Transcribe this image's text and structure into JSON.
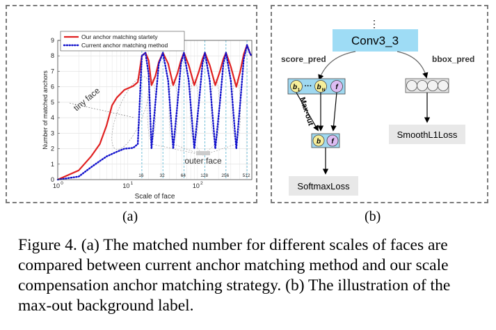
{
  "figure": {
    "panel_a_label": "(a)",
    "panel_b_label": "(b)",
    "caption_lines": [
      "Figure 4. (a) The matched number for different scales of faces are",
      "compared between current anchor matching method and our scale",
      "compensation anchor matching strategy. (b) The illustration of the",
      "max-out background label."
    ]
  },
  "chart_data": {
    "type": "line",
    "title": "",
    "xlabel": "Scale of face",
    "ylabel": "Number of matched anchors",
    "x_scale": "log",
    "xlim": [
      1,
      600
    ],
    "ylim": [
      0,
      9
    ],
    "grid": true,
    "legend_position": "top-left",
    "x_ticks": [
      {
        "value": 1,
        "base": "10",
        "exp": "0"
      },
      {
        "value": 10,
        "base": "10",
        "exp": "1"
      },
      {
        "value": 100,
        "base": "10",
        "exp": "2"
      }
    ],
    "y_ticks": [
      0,
      1,
      2,
      3,
      4,
      5,
      6,
      7,
      8,
      9
    ],
    "anchor_scale_labels": [
      "16",
      "32",
      "64",
      "128",
      "256",
      "512"
    ],
    "anchor_scale_values": [
      16,
      32,
      64,
      128,
      256,
      512
    ],
    "annotations": [
      "tiny face",
      "outer face"
    ],
    "series": [
      {
        "name": "Our anchor matching startety",
        "color": "#e02020",
        "style": "solid",
        "points": [
          [
            1,
            0
          ],
          [
            2,
            0.6
          ],
          [
            3,
            1.5
          ],
          [
            4,
            2.3
          ],
          [
            5,
            3.5
          ],
          [
            6,
            4.8
          ],
          [
            7,
            5.3
          ],
          [
            9,
            5.8
          ],
          [
            12,
            6.05
          ],
          [
            14,
            6.3
          ],
          [
            16,
            8.0
          ],
          [
            18,
            8.2
          ],
          [
            20,
            7.7
          ],
          [
            22,
            6.1
          ],
          [
            25,
            6.7
          ],
          [
            28,
            7.6
          ],
          [
            32,
            8.2
          ],
          [
            38,
            7.5
          ],
          [
            45,
            6.1
          ],
          [
            52,
            6.9
          ],
          [
            58,
            7.7
          ],
          [
            64,
            8.2
          ],
          [
            75,
            7.4
          ],
          [
            90,
            6.1
          ],
          [
            105,
            7.0
          ],
          [
            118,
            7.8
          ],
          [
            128,
            8.2
          ],
          [
            150,
            7.4
          ],
          [
            180,
            6.1
          ],
          [
            210,
            7.0
          ],
          [
            235,
            7.8
          ],
          [
            256,
            8.2
          ],
          [
            300,
            7.3
          ],
          [
            360,
            6.0
          ],
          [
            410,
            7.0
          ],
          [
            460,
            8.1
          ],
          [
            512,
            8.7
          ],
          [
            560,
            8.2
          ],
          [
            590,
            8.0
          ]
        ]
      },
      {
        "name": "Current anchor matching method",
        "color": "#1010cc",
        "style": "dotted",
        "points": [
          [
            1,
            0
          ],
          [
            2,
            0.2
          ],
          [
            3,
            0.8
          ],
          [
            4,
            1.2
          ],
          [
            5,
            1.5
          ],
          [
            7,
            1.8
          ],
          [
            9,
            2.0
          ],
          [
            12,
            2.05
          ],
          [
            14,
            2.3
          ],
          [
            16,
            8.0
          ],
          [
            18,
            8.2
          ],
          [
            20,
            6.8
          ],
          [
            22,
            2.0
          ],
          [
            25,
            5.0
          ],
          [
            28,
            7.5
          ],
          [
            32,
            8.2
          ],
          [
            38,
            6.4
          ],
          [
            45,
            2.0
          ],
          [
            52,
            5.0
          ],
          [
            58,
            7.5
          ],
          [
            64,
            8.2
          ],
          [
            75,
            6.4
          ],
          [
            90,
            2.0
          ],
          [
            105,
            5.0
          ],
          [
            118,
            7.5
          ],
          [
            128,
            8.2
          ],
          [
            150,
            6.4
          ],
          [
            180,
            2.0
          ],
          [
            210,
            5.0
          ],
          [
            235,
            7.5
          ],
          [
            256,
            8.2
          ],
          [
            300,
            6.4
          ],
          [
            360,
            2.0
          ],
          [
            410,
            5.0
          ],
          [
            460,
            7.8
          ],
          [
            512,
            8.7
          ],
          [
            560,
            8.2
          ],
          [
            590,
            8.0
          ]
        ]
      }
    ]
  },
  "diagram": {
    "top_dots": "⋮",
    "conv_label": "Conv3_3",
    "score_pred_label": "score_pred",
    "bbox_pred_label": "bbox_pred",
    "maxout_label": "Max-out",
    "score_cells": [
      {
        "sym": "b",
        "sub": "1"
      },
      {
        "sym": "b",
        "sub": "N"
      },
      {
        "sym": "f",
        "sub": ""
      }
    ],
    "score_ellipsis": "···",
    "maxout_cells": [
      {
        "sym": "b",
        "sub": ""
      },
      {
        "sym": "f",
        "sub": ""
      }
    ],
    "softmax_label": "SoftmaxLoss",
    "smoothl1_label": "SmoothL1Loss",
    "colors": {
      "conv_fill": "#9edcf5",
      "score_box": "#9fd8f0",
      "bg_circle": "#f6ee9a",
      "fg_circle": "#dcbcf2",
      "bbox_circle": "#f2f2f2",
      "loss_box": "#e8e8e8"
    }
  }
}
